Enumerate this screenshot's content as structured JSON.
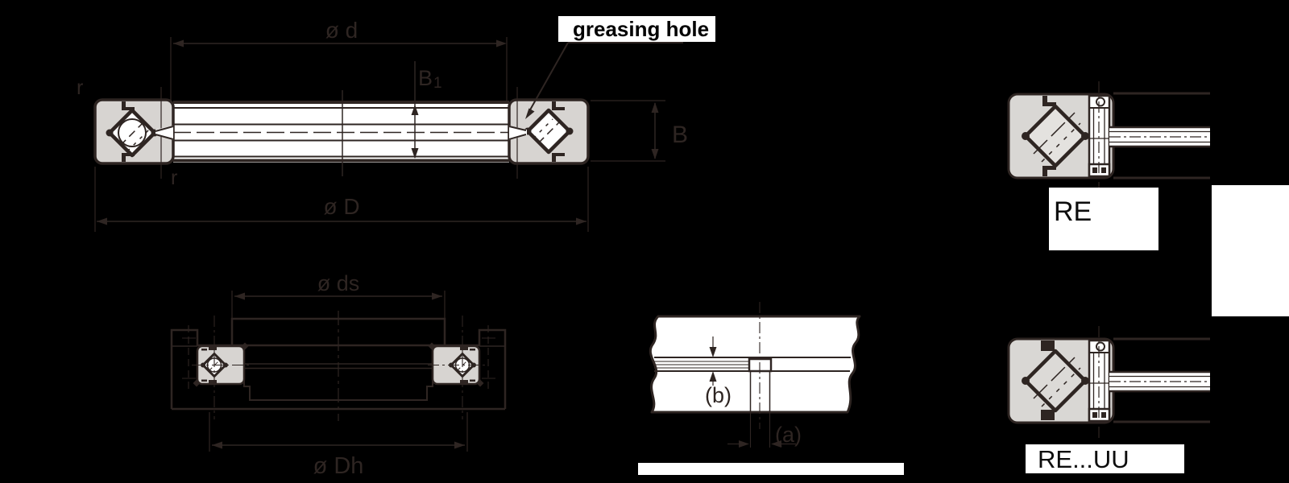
{
  "diagram": {
    "cross_section": {
      "dim_bore": "ø d",
      "dim_inner_width": "B",
      "dim_inner_width_sub": "1",
      "dim_width": "B",
      "dim_outer": "ø D",
      "corner_radius_top": "r",
      "corner_radius_bottom": "r",
      "greasing_callout": "greasing hole"
    },
    "mounting_section": {
      "dim_shaft_shoulder": "ø ds",
      "dim_housing_shoulder": "ø Dh"
    },
    "groove_detail": {
      "dim_width": "(a)",
      "dim_depth": "(b)"
    },
    "type_open": {
      "label": "RE"
    },
    "type_sealed": {
      "label": "RE...UU"
    },
    "colors": {
      "background": "#000000",
      "line": "#2e2522",
      "drawing_fill": "#ffffff",
      "block_fill": "#d7d4d1",
      "callout_text": "#000000"
    }
  }
}
